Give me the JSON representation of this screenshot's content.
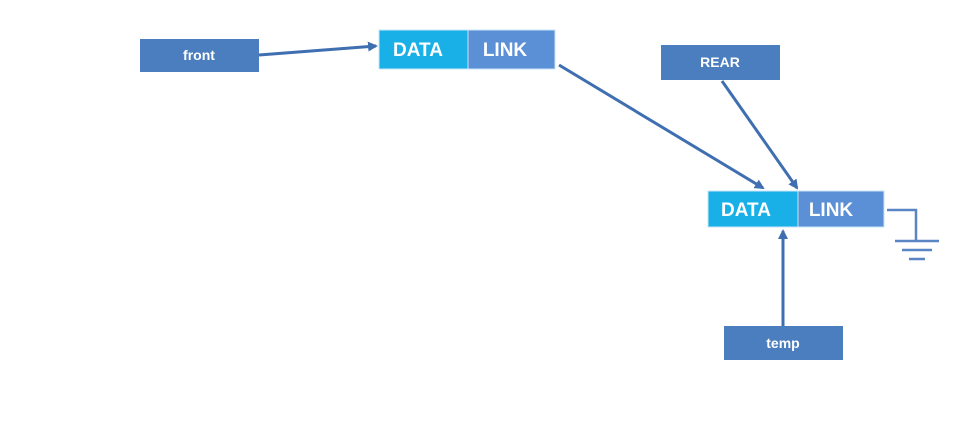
{
  "pointers": {
    "front": "front",
    "rear": "REAR",
    "temp": "temp"
  },
  "nodes": [
    {
      "data_label": "DATA",
      "link_label": "LINK"
    },
    {
      "data_label": "DATA",
      "link_label": "LINK"
    }
  ],
  "colors": {
    "pointer_box": "#4a7ebf",
    "data_cell": "#19b0e8",
    "link_cell": "#5b8fd6",
    "arrow": "#3f6fb0",
    "ground": "#5a85c4"
  }
}
